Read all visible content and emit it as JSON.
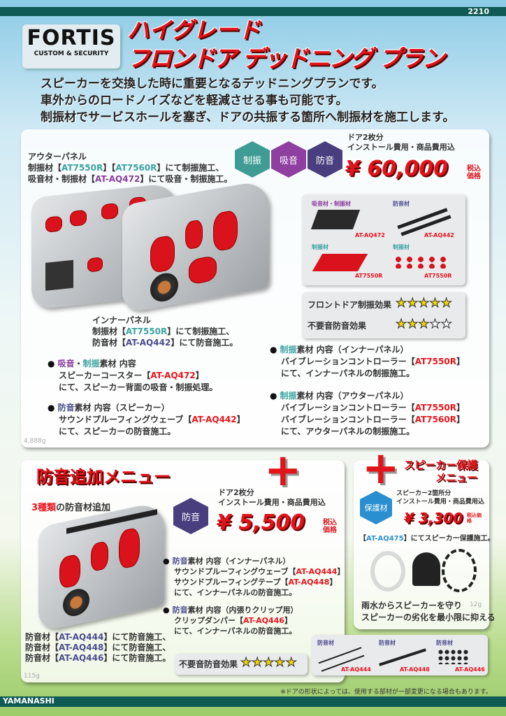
{
  "page_code": "2210",
  "logo": {
    "name": "FORTIS",
    "tagline": "CUSTOM & SECURITY"
  },
  "title": {
    "line1": "ハイグレード",
    "line2": "フロンドア デッドニング プラン"
  },
  "intro": [
    "スピーカーを交換した時に重要となるデッドニングプランです。",
    "車外からのロードノイズなどを軽減させる事も可能です。",
    "制振材でサービスホールを塞ぎ、ドアの共振する箇所へ制振材を施工します。"
  ],
  "main": {
    "outer": {
      "heading": "アウターパネル",
      "l1a": "制振材【",
      "c1": "AT7550R",
      "l1b": "】【",
      "c2": "AT7560R",
      "l1c": "】にて制振施工、",
      "l2a": "吸音材・制振材【",
      "c3": "AT-AQ472",
      "l2b": "】にて吸音・制振施工。"
    },
    "badges": [
      "制振",
      "吸音",
      "防音"
    ],
    "price_note": [
      "ドア2枚分",
      "インストール費用・商品費用込"
    ],
    "price": "¥ 60,000",
    "tax_label": "税込価格",
    "materials": [
      {
        "label": "吸音材・制振材",
        "code": "AT-AQ472"
      },
      {
        "label": "防音材",
        "code": "AT-AQ442"
      },
      {
        "label": "制振材",
        "code": "AT7550R"
      },
      {
        "label": "制振材",
        "code": "AT7550R"
      }
    ],
    "ratings": [
      {
        "label": "フロントドア制振効果",
        "value": 5,
        "max": 5
      },
      {
        "label": "不要音防音効果",
        "value": 3,
        "max": 5
      }
    ],
    "inner": {
      "heading": "インナーパネル",
      "l1a": "制振材【",
      "c1": "AT7550R",
      "l1b": "】にて制振施工、",
      "l2a": "防音材【",
      "c2": "AT-AQ442",
      "l2b": "】にて防音施工。"
    },
    "bullets_left": [
      {
        "h1": "吸音",
        "sep": "・",
        "h2": "制振",
        "h3": "素材 内容",
        "lines": [
          [
            "スピーカーコースター【",
            "AT-AQ472",
            "】"
          ],
          [
            "にて、スピーカー背面の吸音・制振処理。"
          ]
        ]
      },
      {
        "h1": "防音",
        "h3": "素材 内容（スピーカー）",
        "lines": [
          [
            "サウンドプルーフィングウェーブ【",
            "AT-AQ442",
            "】"
          ],
          [
            "にて、スピーカーの防音施工。"
          ]
        ]
      }
    ],
    "bullets_right": [
      {
        "h1": "制振",
        "h3": "素材 内容（インナーパネル）",
        "lines": [
          [
            "バイブレーションコントローラー【",
            "AT7550R",
            "】"
          ],
          [
            "にて、インナーパネルの制振施工。"
          ]
        ]
      },
      {
        "h1": "制振",
        "h3": "素材 内容（アウターパネル）",
        "lines": [
          [
            "バイブレーションコントローラー【",
            "AT7550R",
            "】"
          ],
          [
            "バイブレーションコントローラー【",
            "AT7560R",
            "】"
          ],
          [
            "にて、アウターパネルの制振施工。"
          ]
        ]
      }
    ],
    "weight": "4,888g"
  },
  "addon": {
    "title": "防音追加メニュー",
    "subtitle_em": "3種類",
    "subtitle": "の防音材追加",
    "badge": "防音",
    "price_note": [
      "ドア2枚分",
      "インストール費用・商品費用込"
    ],
    "price": "¥ 5,500",
    "tax_label": "税込価格",
    "bullets": [
      {
        "h1": "防音",
        "h3": "素材 内容（インナーパネル）",
        "lines": [
          [
            "サウンドプルーフィングウェーブ【",
            "AT-AQ444",
            "】"
          ],
          [
            "サウンドプルーフィングテープ【",
            "AT-AQ448",
            "】"
          ],
          [
            "にて、インナーパネルの防音施工。"
          ]
        ]
      },
      {
        "h1": "防音",
        "h3": "素材 内容（内張りクリップ用）",
        "lines": [
          [
            "クリップダンパー【",
            "AT-AQ446",
            "】"
          ],
          [
            "にて、インナーパネルの防音施工。"
          ]
        ]
      }
    ],
    "left_notes": [
      [
        "防音材【",
        "AT-AQ444",
        "】にて防音施工、"
      ],
      [
        "防音材【",
        "AT-AQ448",
        "】にて防音施工、"
      ],
      [
        "防音材【",
        "AT-AQ446",
        "】にて防音施工。"
      ]
    ],
    "rating": {
      "label": "不要音防音効果",
      "value": 5,
      "max": 5
    },
    "materials": [
      {
        "label": "防音材",
        "code": "AT-AQ444"
      },
      {
        "label": "防音材",
        "code": "AT-AQ448"
      },
      {
        "label": "防音材",
        "code": "AT-AQ446"
      }
    ],
    "weight": "115g"
  },
  "speaker": {
    "title1": "スピーカー保護",
    "title2": "メニュー",
    "badge": "保護材",
    "price_note": [
      "スピーカー2箇所分",
      "インストール費用・商品費用込"
    ],
    "price": "¥ 3,300",
    "tax_label": "税込価格",
    "note_a": "【",
    "code": "AT-AQ475",
    "note_b": "】にてスピーカー保護施工。",
    "desc": [
      "雨水からスピーカーを守り",
      "スピーカーの劣化を最小限に抑える"
    ],
    "weight": "12g"
  },
  "footer": {
    "note": "※ドアの形状によっては、使用する部材が一部変更になる場合もあります。",
    "store": "YAMANASHI"
  },
  "colors": {
    "red": "#e0141a",
    "teal": "#3ba3a0",
    "purple": "#8a3c9c",
    "navy": "#4a4a8e",
    "bar": "#0f5a55",
    "protect": "#2a8fd0"
  }
}
